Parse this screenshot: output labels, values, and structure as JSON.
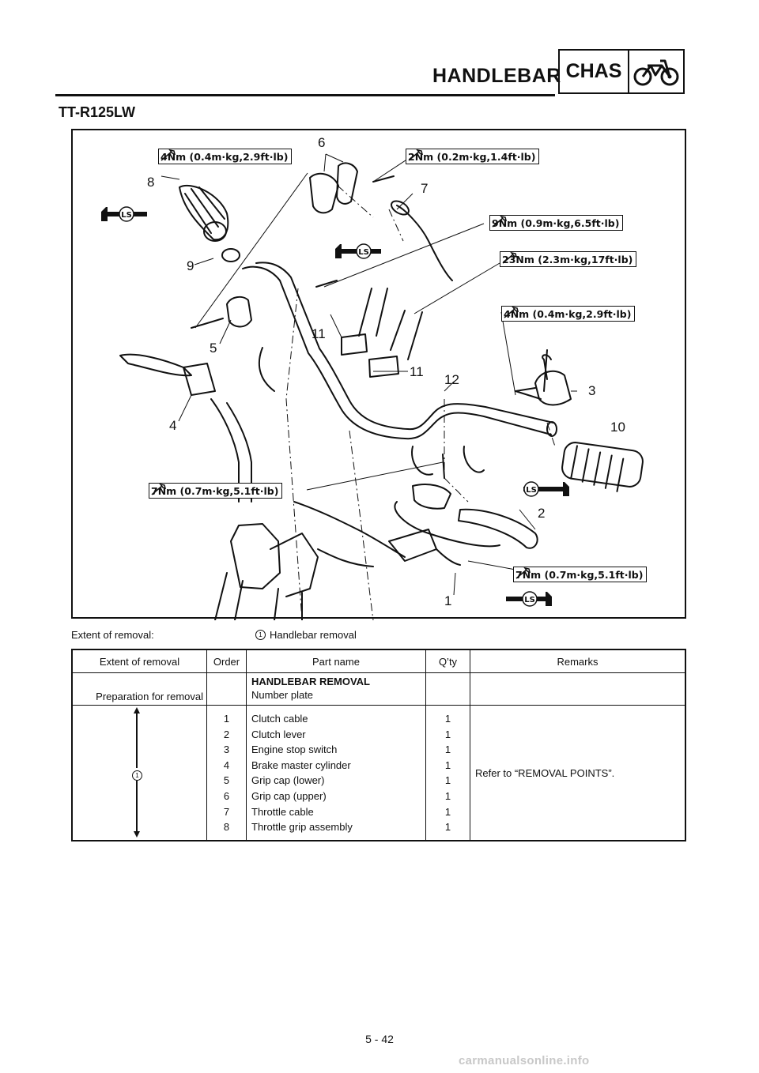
{
  "header": {
    "title": "HANDLEBAR",
    "section": "CHAS"
  },
  "model": "TT-R125LW",
  "diagram": {
    "torque_specs": [
      "4Nm (0.4m·kg,2.9ft·lb)",
      "2Nm (0.2m·kg,1.4ft·lb)",
      "9Nm (0.9m·kg,6.5ft·lb)",
      "23Nm (2.3m·kg,17ft·lb)",
      "4Nm (0.4m·kg,2.9ft·lb)",
      "7Nm (0.7m·kg,5.1ft·lb)",
      "7Nm (0.7m·kg,5.1ft·lb)"
    ],
    "lubricant_label": "LS",
    "callouts": [
      "1",
      "2",
      "3",
      "4",
      "5",
      "6",
      "7",
      "8",
      "9",
      "10",
      "11",
      "11",
      "12"
    ]
  },
  "extent": {
    "label": "Extent of removal:",
    "mark": "1",
    "item": "Handlebar removal"
  },
  "table": {
    "headers": [
      "Extent of removal",
      "Order",
      "Part name",
      "Q’ty",
      "Remarks"
    ],
    "prep": {
      "extent": "Preparation for removal",
      "title": "HANDLEBAR REMOVAL",
      "part": "Number plate"
    },
    "mark": "1",
    "remark": "Refer to “REMOVAL POINTS”.",
    "rows": [
      {
        "order": "1",
        "part": "Clutch cable",
        "qty": "1"
      },
      {
        "order": "2",
        "part": "Clutch lever",
        "qty": "1"
      },
      {
        "order": "3",
        "part": "Engine stop switch",
        "qty": "1"
      },
      {
        "order": "4",
        "part": "Brake master cylinder",
        "qty": "1"
      },
      {
        "order": "5",
        "part": "Grip cap (lower)",
        "qty": "1"
      },
      {
        "order": "6",
        "part": "Grip cap (upper)",
        "qty": "1"
      },
      {
        "order": "7",
        "part": "Throttle cable",
        "qty": "1"
      },
      {
        "order": "8",
        "part": "Throttle grip assembly",
        "qty": "1"
      }
    ]
  },
  "footer": {
    "page": "5 - 42",
    "watermark": "carmanualsonline.info"
  }
}
